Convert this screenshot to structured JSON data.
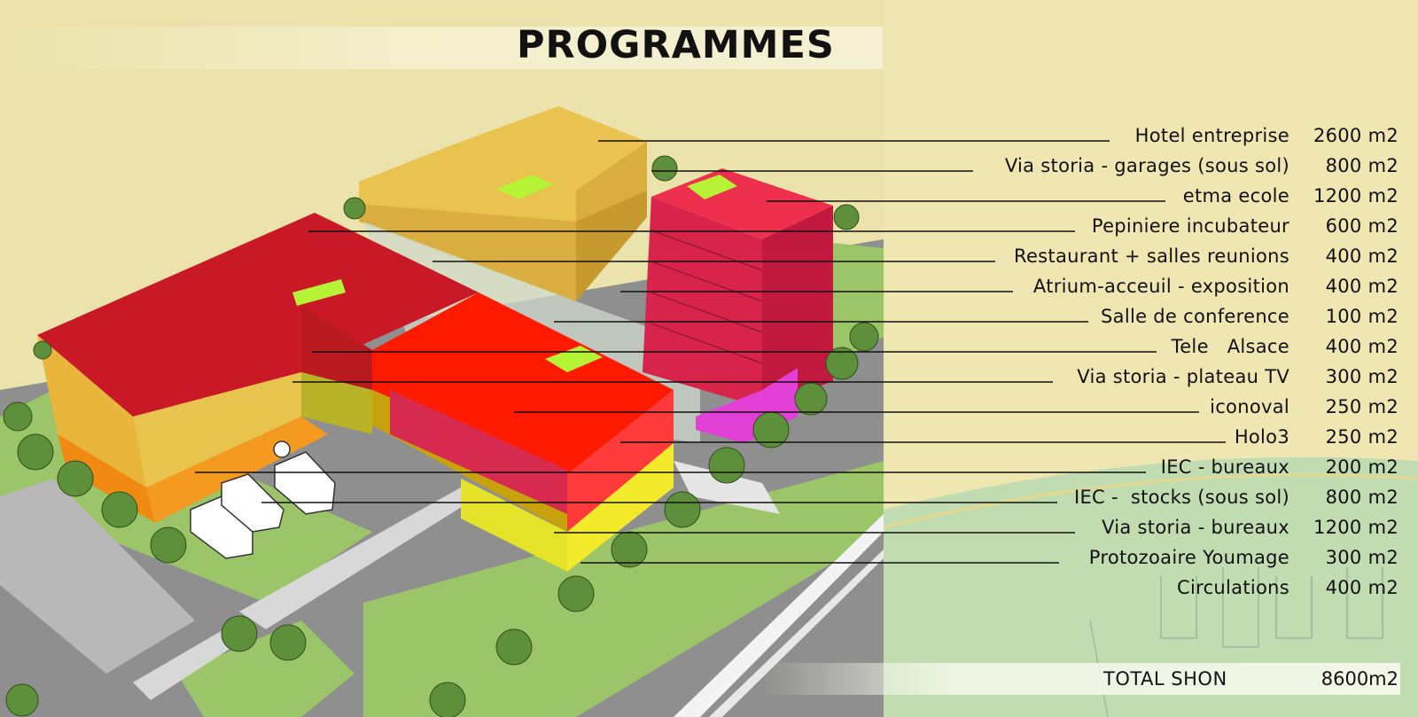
{
  "title": "PROGRAMMES",
  "programmes": [
    {
      "label": "Hotel entreprise",
      "area": "2600 m2"
    },
    {
      "label": "Via storia - garages (sous sol)",
      "area": "800 m2"
    },
    {
      "label": "etma ecole",
      "area": "1200 m2"
    },
    {
      "label": "Pepiniere incubateur",
      "area": "600 m2"
    },
    {
      "label": "Restaurant + salles reunions",
      "area": "400 m2"
    },
    {
      "label": "Atrium-acceuil - exposition",
      "area": "400 m2"
    },
    {
      "label": "Salle de conference",
      "area": "100 m2"
    },
    {
      "label": "Tele   Alsace",
      "area": "400 m2"
    },
    {
      "label": "Via storia - plateau TV",
      "area": "300 m2"
    },
    {
      "label": "iconoval",
      "area": "250 m2"
    },
    {
      "label": "Holo3",
      "area": "250 m2"
    },
    {
      "label": "IEC - bureaux",
      "area": "200 m2"
    },
    {
      "label": "IEC -  stocks (sous sol)",
      "area": "800 m2"
    },
    {
      "label": "Via storia - bureaux",
      "area": "1200 m2"
    },
    {
      "label": "Protozoaire Youmage",
      "area": "300 m2"
    },
    {
      "label": "Circulations",
      "area": "400 m2"
    }
  ],
  "total": {
    "label": "TOTAL SHON",
    "value": "8600m2"
  },
  "colors": {
    "background": "#ebe3ab",
    "road": "#8f8f8f",
    "lawn": "#9cc56a",
    "yellow_block": "#e9c24f",
    "red_block": "#c91826",
    "bright_red_block": "#ff1a00",
    "pink_tower": "#ee2f4e",
    "magenta": "#e23fd6",
    "orange": "#f08a12",
    "lime_roof": "#b6f236",
    "leader_line": "#111111"
  }
}
